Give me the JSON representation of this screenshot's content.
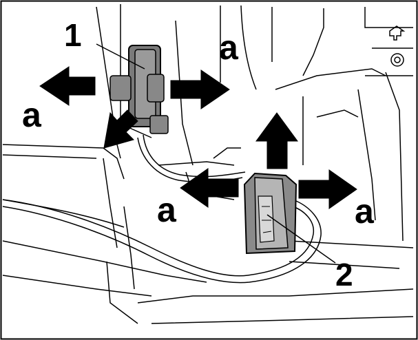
{
  "figure": {
    "parts": [
      {
        "number": "1",
        "icon": "wiring-connector-icon"
      },
      {
        "number": "2",
        "icon": "wire-clip-icon"
      }
    ],
    "direction_label": "a",
    "corner_icons": [
      "trunk-lid-icon",
      "target-icon"
    ]
  }
}
